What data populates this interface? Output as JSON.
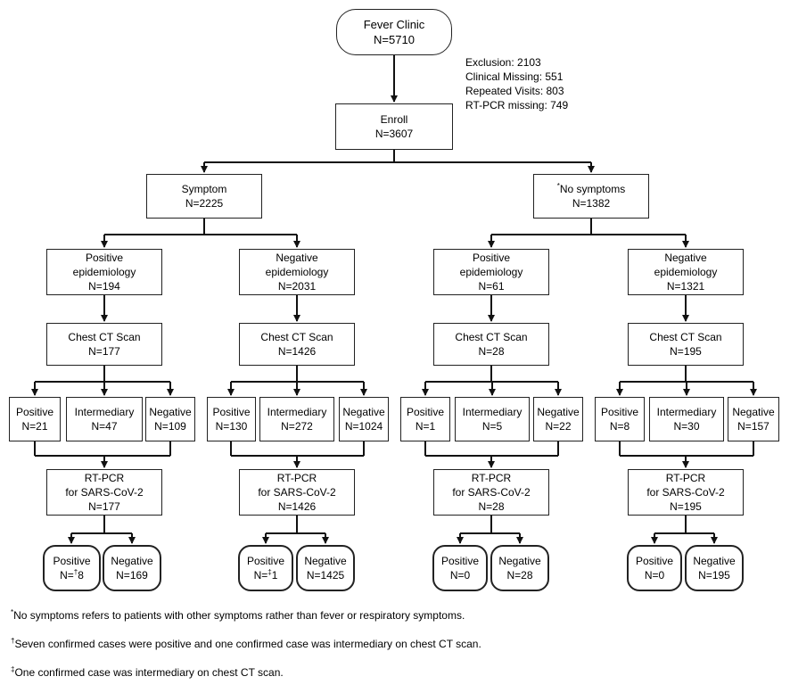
{
  "top": {
    "title": "Fever Clinic",
    "count": "N=5710"
  },
  "exclusion": [
    "Exclusion: 2103",
    "Clinical Missing: 551",
    "Repeated Visits: 803",
    "RT-PCR missing: 749"
  ],
  "enroll": {
    "title": "Enroll",
    "count": "N=3607"
  },
  "symptom": {
    "title": "Symptom",
    "count": "N=2225"
  },
  "no_symptom": {
    "mark": "*",
    "title": "No symptoms",
    "count": "N=1382"
  },
  "branches": [
    {
      "epi": [
        "Positive",
        "epidemiology",
        "N=194"
      ],
      "ct": [
        "Chest CT Scan",
        "N=177"
      ],
      "results": [
        [
          "Positive",
          "N=21"
        ],
        [
          "Intermediary",
          "N=47"
        ],
        [
          "Negative",
          "N=109"
        ]
      ],
      "pcr": [
        "RT-PCR",
        "for SARS-CoV-2",
        "N=177"
      ],
      "final_pos": {
        "label": "Positive",
        "pre": "N=",
        "mark": "†",
        "value": "8"
      },
      "final_neg": [
        "Negative",
        "N=169"
      ]
    },
    {
      "epi": [
        "Negative",
        "epidemiology",
        "N=2031"
      ],
      "ct": [
        "Chest CT Scan",
        "N=1426"
      ],
      "results": [
        [
          "Positive",
          "N=130"
        ],
        [
          "Intermediary",
          "N=272"
        ],
        [
          "Negative",
          "N=1024"
        ]
      ],
      "pcr": [
        "RT-PCR",
        "for SARS-CoV-2",
        "N=1426"
      ],
      "final_pos": {
        "label": "Positive",
        "pre": "N=",
        "mark": "‡",
        "value": "1"
      },
      "final_neg": [
        "Negative",
        "N=1425"
      ]
    },
    {
      "epi": [
        "Positive",
        "epidemiology",
        "N=61"
      ],
      "ct": [
        "Chest CT Scan",
        "N=28"
      ],
      "results": [
        [
          "Positive",
          "N=1"
        ],
        [
          "Intermediary",
          "N=5"
        ],
        [
          "Negative",
          "N=22"
        ]
      ],
      "pcr": [
        "RT-PCR",
        "for SARS-CoV-2",
        "N=28"
      ],
      "final_pos": {
        "label": "Positive",
        "pre": "N=0",
        "mark": "",
        "value": ""
      },
      "final_neg": [
        "Negative",
        "N=28"
      ]
    },
    {
      "epi": [
        "Negative",
        "epidemiology",
        "N=1321"
      ],
      "ct": [
        "Chest CT Scan",
        "N=195"
      ],
      "results": [
        [
          "Positive",
          "N=8"
        ],
        [
          "Intermediary",
          "N=30"
        ],
        [
          "Negative",
          "N=157"
        ]
      ],
      "pcr": [
        "RT-PCR",
        "for SARS-CoV-2",
        "N=195"
      ],
      "final_pos": {
        "label": "Positive",
        "pre": "N=0",
        "mark": "",
        "value": ""
      },
      "final_neg": [
        "Negative",
        "N=195"
      ]
    }
  ],
  "footnotes": [
    {
      "mark": "*",
      "text": "No symptoms refers to patients with other symptoms rather than fever or respiratory symptoms."
    },
    {
      "mark": "†",
      "text": "Seven confirmed cases were positive and one confirmed case was intermediary on chest CT scan."
    },
    {
      "mark": "‡",
      "text": "One confirmed case was intermediary on chest CT scan."
    }
  ]
}
